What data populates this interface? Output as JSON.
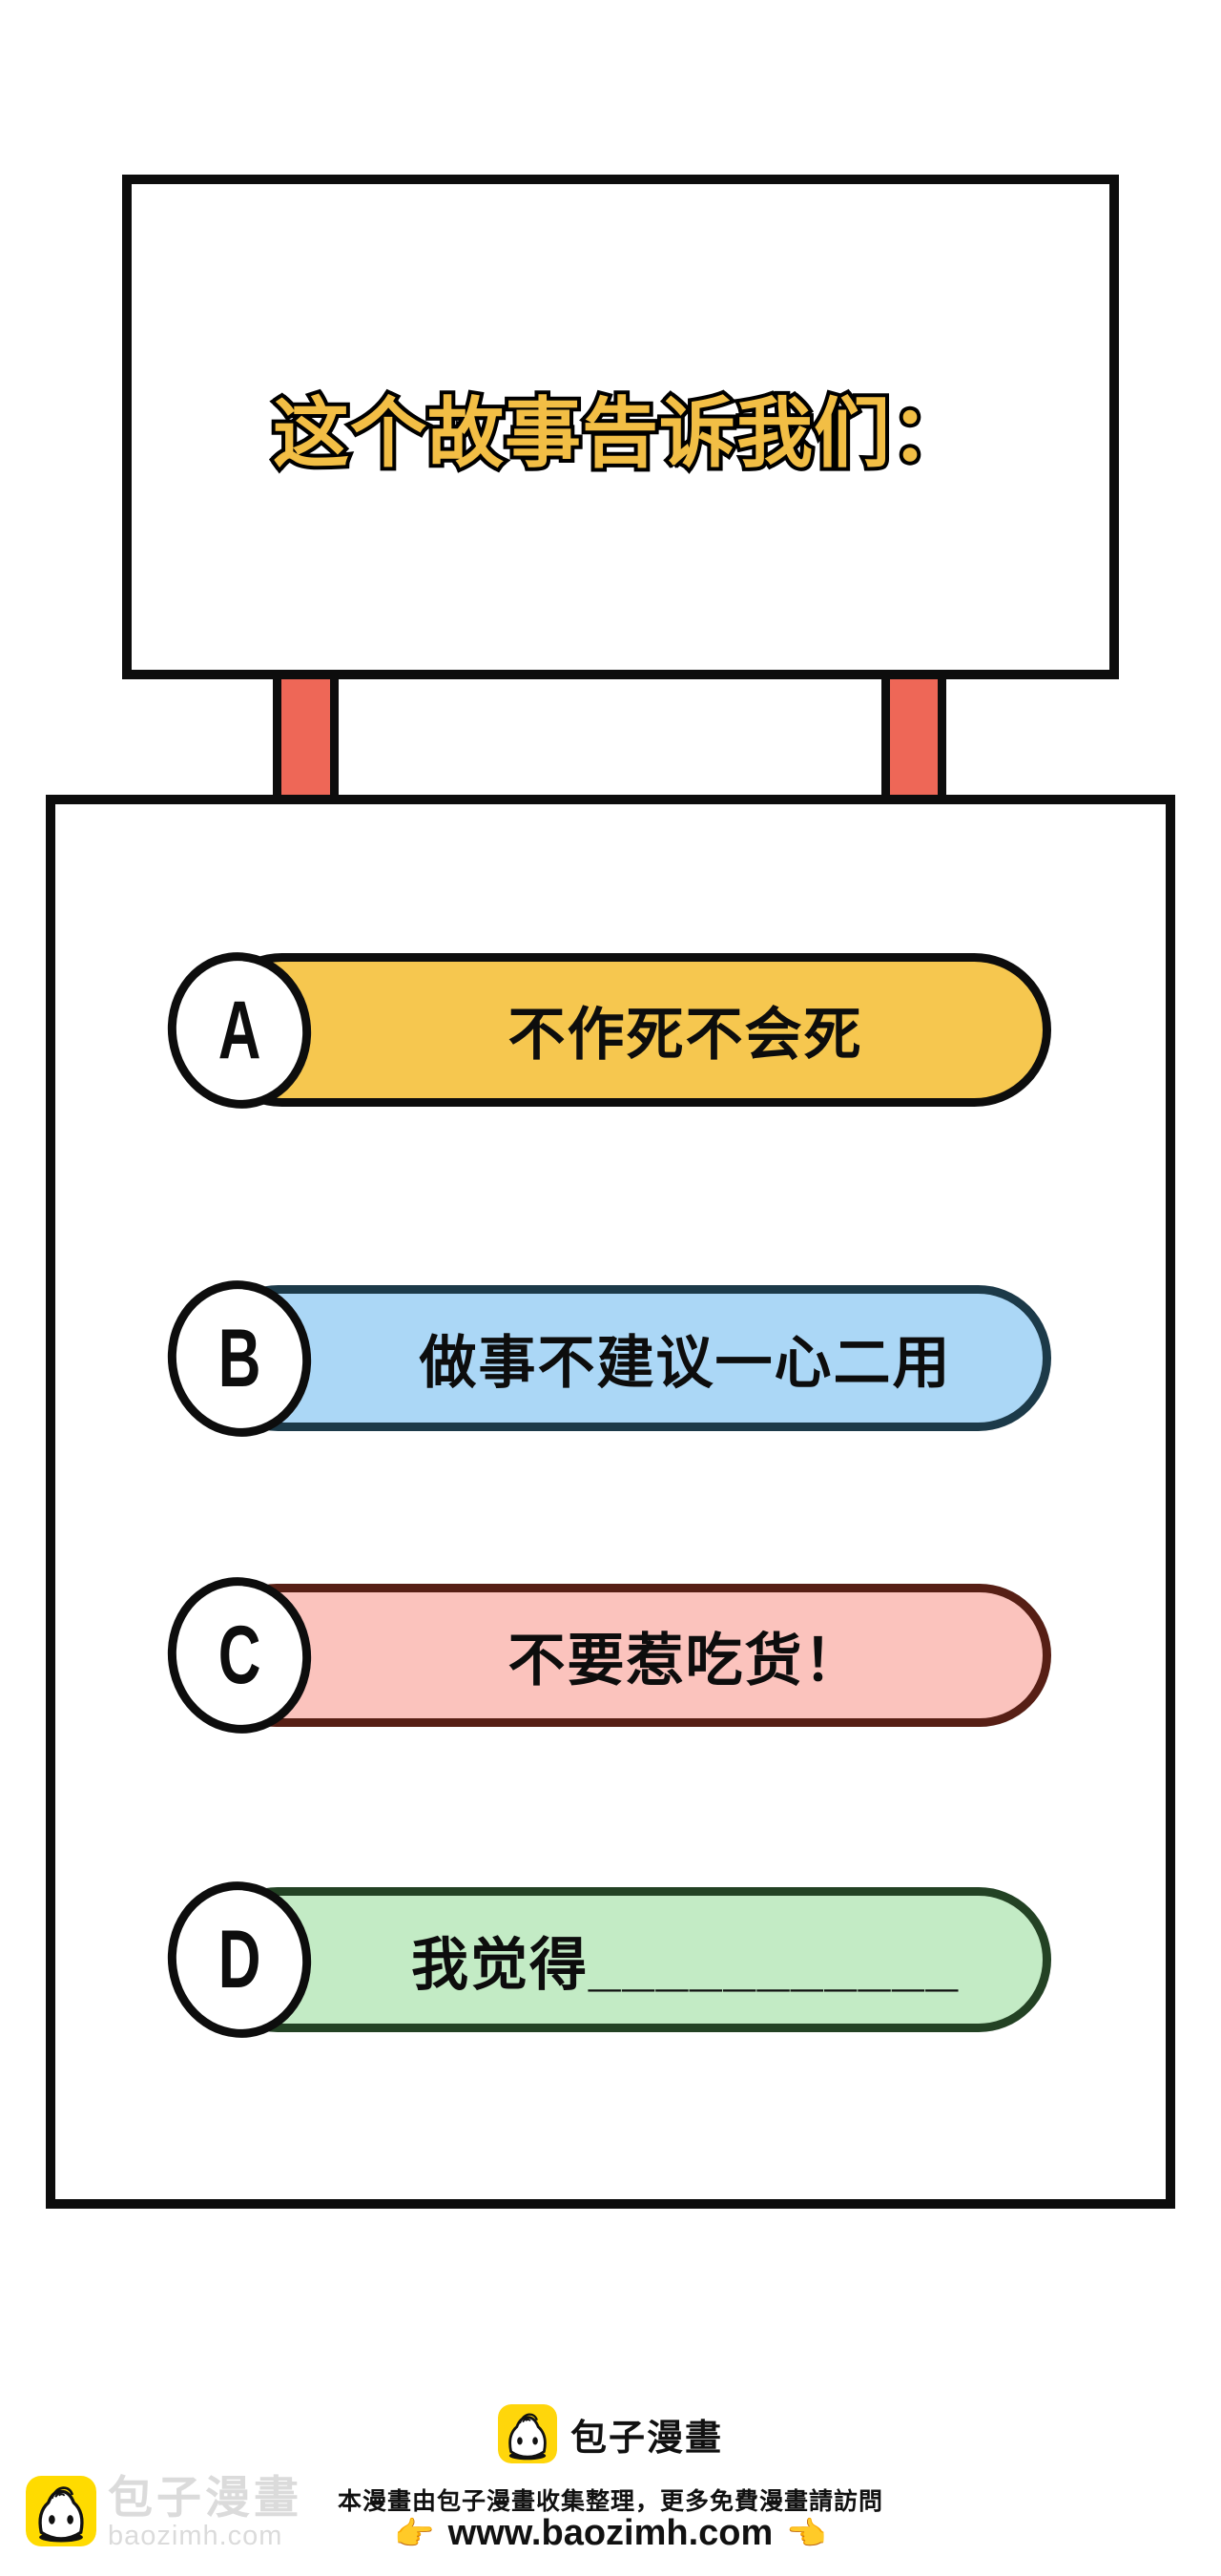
{
  "title": {
    "text": "这个故事告诉我们："
  },
  "options": [
    {
      "letter": "A",
      "text": "不作死不会死",
      "fill": "#F6C74F",
      "border": "#0D0D0D"
    },
    {
      "letter": "B",
      "text": "做事不建议一心二用",
      "fill": "#ABD7F6",
      "border": "#1C3A49"
    },
    {
      "letter": "C",
      "text": "不要惹吃货！",
      "fill": "#FBC3BD",
      "border": "#571F15"
    },
    {
      "letter": "D",
      "text": "我觉得___________",
      "fill": "#C3EBC5",
      "border": "#234224"
    }
  ],
  "footer": {
    "brand": "包子漫畫",
    "info": "本漫畫由包子漫畫收集整理，更多免費漫畫請訪問",
    "url": "www.baozimh.com",
    "hand_left": "👉",
    "hand_right": "👈"
  },
  "watermark": {
    "brand": "包子漫畫",
    "domain": "baozimh.com"
  },
  "colors": {
    "title_yellow": "#F2BE45",
    "post_red": "#EE6757",
    "outline_black": "#0D0D0D",
    "logo_yellow": "#FFD60B",
    "watermark_logo_yellow": "#FFDB00",
    "watermark_gray": "#DBDBDB"
  },
  "icons": {
    "bao_logo": "bao-bun-face-icon",
    "hand_left": "pointing-right-hand-icon",
    "hand_right": "pointing-left-hand-icon"
  }
}
